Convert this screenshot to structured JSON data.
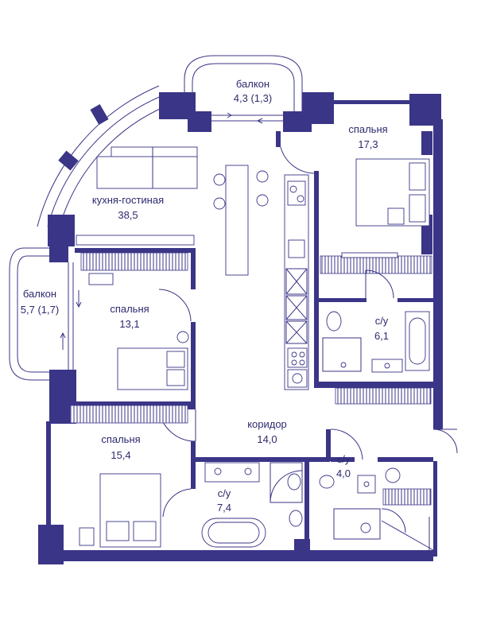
{
  "rooms": {
    "balcony_top": {
      "name": "балкон",
      "area": "4,3 (1,3)"
    },
    "bedroom_ne": {
      "name": "спальня",
      "area": "17,3"
    },
    "kitchen_living": {
      "name": "кухня-гостиная",
      "area": "38,5"
    },
    "balcony_west": {
      "name": "балкон",
      "area": "5,7 (1,7)"
    },
    "bedroom_mid": {
      "name": "спальня",
      "area": "13,1"
    },
    "bath_east": {
      "name": "с/у",
      "area": "6,1"
    },
    "corridor": {
      "name": "коридор",
      "area": "14,0"
    },
    "bedroom_sw": {
      "name": "спальня",
      "area": "15,4"
    },
    "bath_small": {
      "name": "с/у",
      "area": "4,0"
    },
    "bath_south": {
      "name": "с/у",
      "area": "7,4"
    }
  },
  "colors": {
    "wall": "#3b3587",
    "text": "#2d2a6e",
    "background": "#ffffff"
  }
}
